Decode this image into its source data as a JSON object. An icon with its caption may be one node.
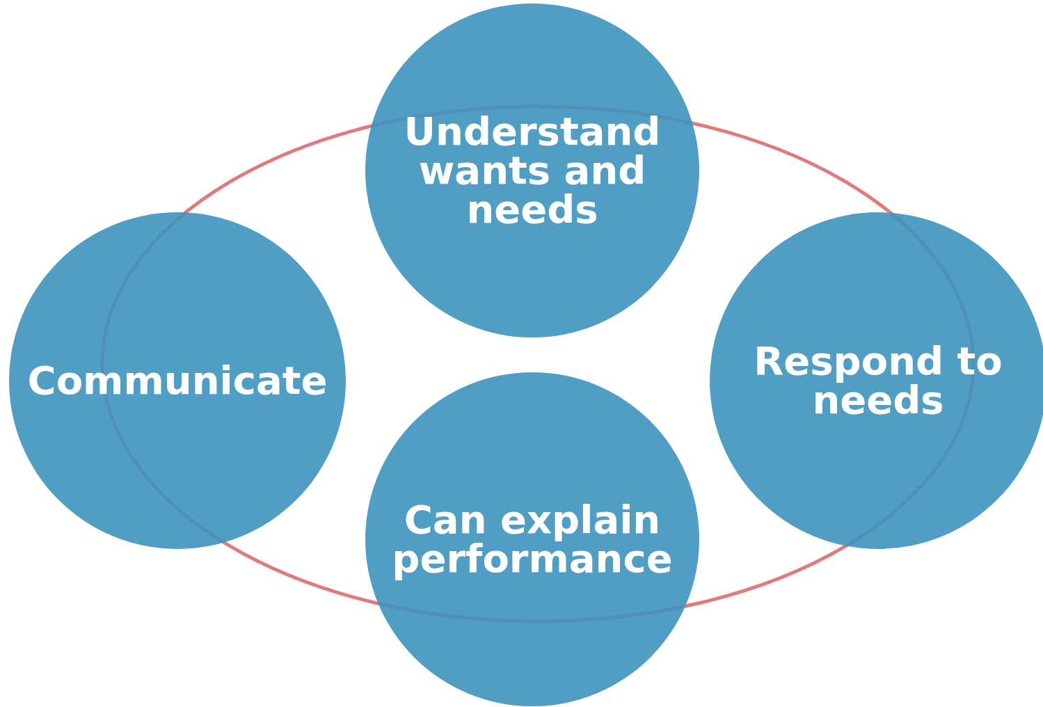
{
  "diagram": {
    "nodes": [
      {
        "text": [
          "Understand wants and needs"
        ]
      },
      {
        "text": [
          "Communicate"
        ]
      },
      {
        "text": [
          "Respond to needs"
        ]
      },
      {
        "text": [
          "Can explain performance"
        ]
      }
    ],
    "edges": []
  }
}
